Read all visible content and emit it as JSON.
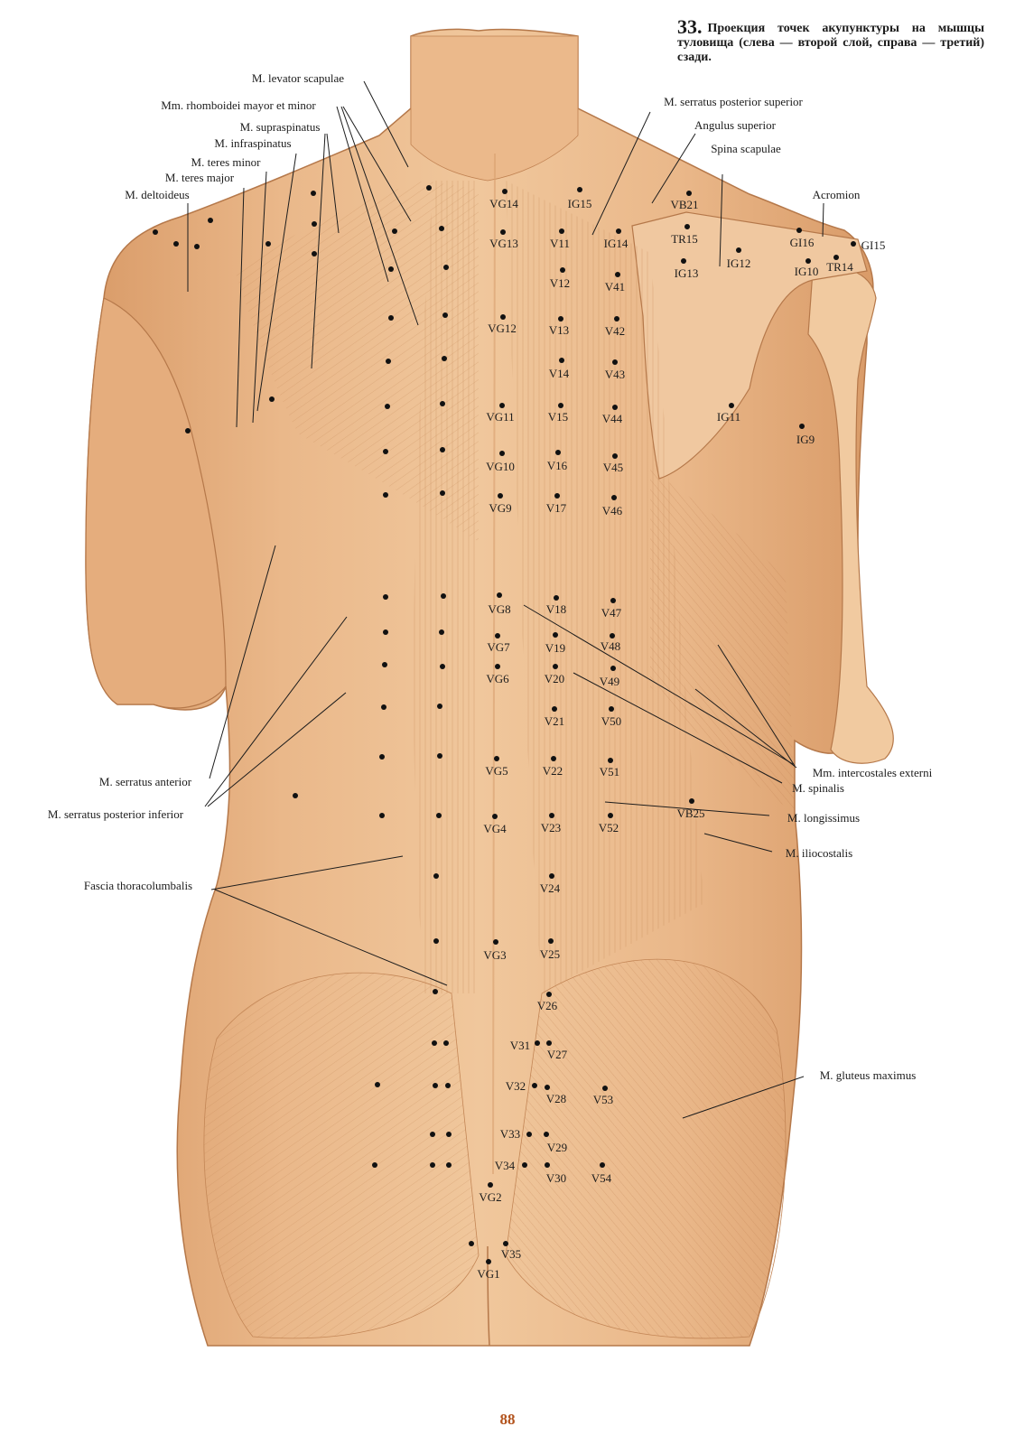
{
  "caption": {
    "number": "33.",
    "text": "Проекция точек акупунктуры на мышцы туловища (слева — второй слой, справа — третий) сзади."
  },
  "page_number": "88",
  "colors": {
    "skin": "#e8b585",
    "skin_light": "#f1caa0",
    "skin_shadow": "#c98b5a",
    "muscle_fiber": "#b9784a",
    "ink": "#1c1c1c",
    "page_number": "#b3541e"
  },
  "muscle_labels": [
    {
      "id": "levator-scapulae",
      "text": "M. levator scapulae"
    },
    {
      "id": "rhomboidei",
      "text": "Mm. rhomboidei mayor et minor"
    },
    {
      "id": "supraspinatus",
      "text": "M. supraspinatus"
    },
    {
      "id": "infraspinatus",
      "text": "M. infraspinatus"
    },
    {
      "id": "teres-minor",
      "text": "M. teres minor"
    },
    {
      "id": "teres-major",
      "text": "M. teres major"
    },
    {
      "id": "deltoideus",
      "text": "M. deltoideus"
    },
    {
      "id": "serratus-posterior-superior",
      "text": "M. serratus posterior superior"
    },
    {
      "id": "angulus-superior",
      "text": "Angulus superior"
    },
    {
      "id": "spina-scapulae",
      "text": "Spina scapulae"
    },
    {
      "id": "acromion",
      "text": "Acromion"
    },
    {
      "id": "serratus-anterior",
      "text": "M. serratus anterior"
    },
    {
      "id": "serratus-posterior-inferior",
      "text": "M. serratus posterior inferior"
    },
    {
      "id": "fascia-thoracolumbalis",
      "text": "Fascia thoracolumbalis"
    },
    {
      "id": "intercostales-externi",
      "text": "Mm. intercostales externi"
    },
    {
      "id": "spinalis",
      "text": "M. spinalis"
    },
    {
      "id": "longissimus",
      "text": "M. longissimus"
    },
    {
      "id": "iliocostalis",
      "text": "M. iliocostalis"
    },
    {
      "id": "gluteus-maximus",
      "text": "M. gluteus maximus"
    }
  ],
  "point_labels": [
    "VG14",
    "IG15",
    "VB21",
    "VG13",
    "V11",
    "IG14",
    "TR15",
    "GI16",
    "GI15",
    "IG12",
    "IG13",
    "IG10",
    "TR14",
    "V12",
    "V41",
    "VG12",
    "V13",
    "V42",
    "V14",
    "V43",
    "VG11",
    "V15",
    "V44",
    "IG11",
    "IG9",
    "VG10",
    "V16",
    "V45",
    "VG9",
    "V17",
    "V46",
    "VG8",
    "V18",
    "V47",
    "VG7",
    "V19",
    "V48",
    "VG6",
    "V20",
    "V49",
    "V21",
    "V50",
    "VG5",
    "V22",
    "V51",
    "VB25",
    "VG4",
    "V23",
    "V52",
    "V24",
    "VG3",
    "V25",
    "V26",
    "V31",
    "V27",
    "V32",
    "V28",
    "V53",
    "V33",
    "V29",
    "V34",
    "V30",
    "V54",
    "VG2",
    "V35",
    "VG1"
  ]
}
